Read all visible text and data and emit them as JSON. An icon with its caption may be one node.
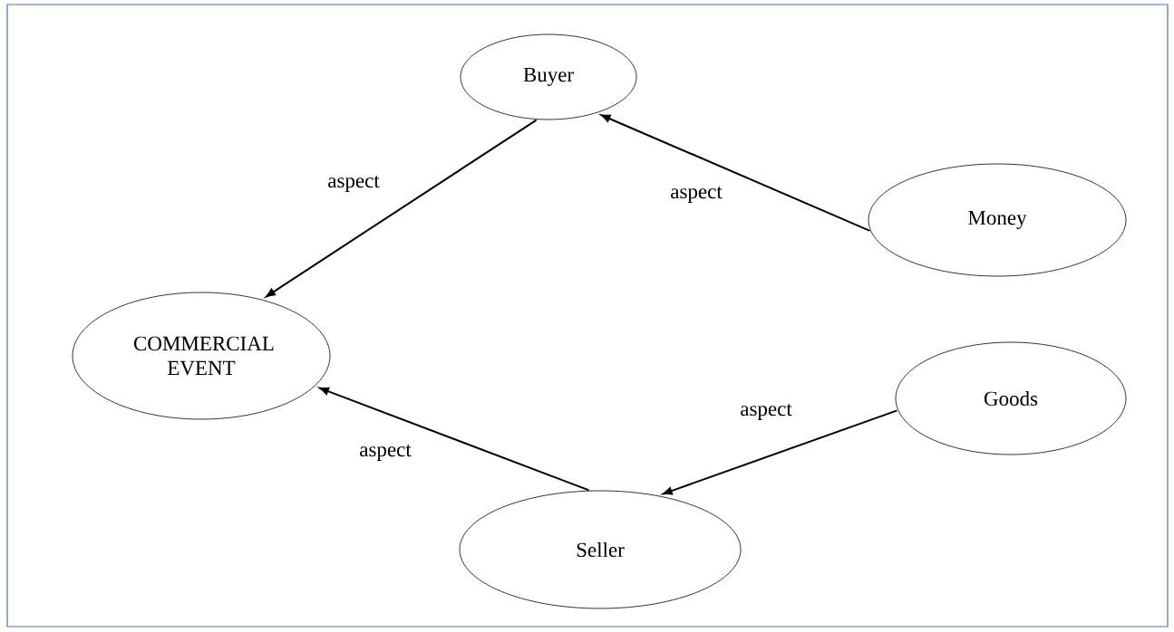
{
  "diagram": {
    "nodes": [
      {
        "text": [
          "Buyer"
        ]
      },
      {
        "text": [
          "Money"
        ]
      },
      {
        "text": [
          "COMMERCIAL EVENT"
        ]
      },
      {
        "text": [
          "Goods"
        ]
      },
      {
        "text": [
          "Seller"
        ]
      }
    ],
    "edges": [
      {
        "from": 0,
        "to": 2,
        "arrow": "to",
        "label": "aspect"
      },
      {
        "from": 1,
        "to": 0,
        "arrow": "to",
        "label": "aspect"
      },
      {
        "from": 4,
        "to": 2,
        "arrow": "to",
        "label": "aspect"
      },
      {
        "from": 3,
        "to": 4,
        "arrow": "to",
        "label": "aspect"
      }
    ]
  }
}
